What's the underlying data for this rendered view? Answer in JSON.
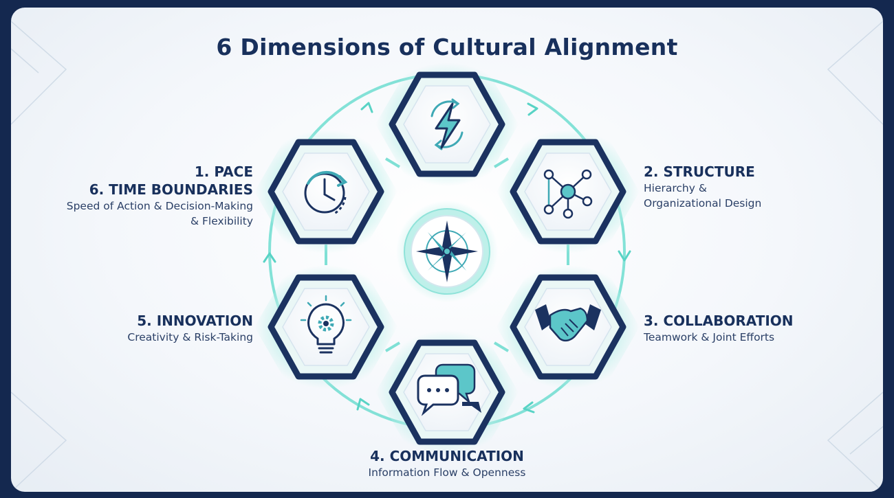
{
  "title": "6 Dimensions of Cultural Alignment",
  "dimensions": [
    {
      "heading_1": "1. PACE",
      "heading_2": "6. TIME BOUNDARIES",
      "desc_1": "Speed of Action & Decision-Making",
      "desc_2": "& Flexibility",
      "icon": "clock-refresh-icon"
    },
    {
      "heading": "2. STRUCTURE",
      "desc_1": "Hierarchy &",
      "desc_2": "Organizational Design",
      "icon": "network-nodes-icon"
    },
    {
      "heading": "3. COLLABORATION",
      "desc": "Teamwork & Joint Efforts",
      "icon": "handshake-icon"
    },
    {
      "heading": "4. COMMUNICATION",
      "desc": "Information Flow & Openness",
      "icon": "chat-bubbles-icon"
    },
    {
      "heading": "5. INNOVATION",
      "desc": "Creativity & Risk-Taking",
      "icon": "lightbulb-gear-icon"
    }
  ],
  "top_icon": "lightning-cycle-icon",
  "center_icon": "compass-icon",
  "colors": {
    "navy": "#1b3260",
    "teal": "#58d3c5",
    "icon_teal": "#3fa9b5",
    "background": "#14284f"
  }
}
